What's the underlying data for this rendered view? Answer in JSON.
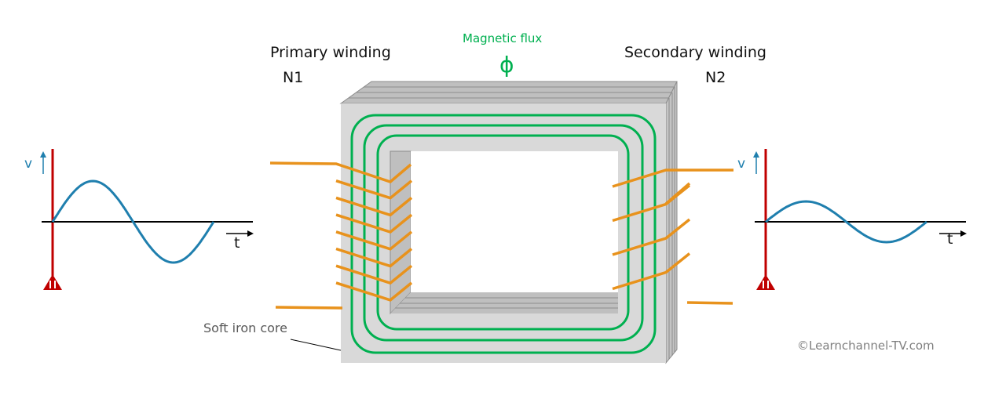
{
  "labels": {
    "primary_title": "Primary winding",
    "primary_turns": "N1",
    "secondary_title": "Secondary winding",
    "secondary_turns": "N2",
    "flux_title": "Magnetic flux",
    "flux_symbol": "ϕ",
    "core_note": "Soft iron core",
    "copyright": "©Learnchannel-TV.com"
  },
  "primary_graph": {
    "y_axis_label": "v",
    "x_axis_label": "t",
    "waveform": "sine",
    "cycles": 1,
    "relative_amplitude": 1.0
  },
  "secondary_graph": {
    "y_axis_label": "v",
    "x_axis_label": "t",
    "waveform": "sine",
    "cycles": 1,
    "relative_amplitude": 0.5
  },
  "windings": {
    "primary_turns_drawn": 8,
    "secondary_turns_drawn": 4
  },
  "flux_loops": 3,
  "colors": {
    "flux": "#00b050",
    "wire": "#e8921c",
    "signal": "#1f7fae",
    "core_face": "#d9d9d9",
    "core_side": "#bfbfbf",
    "probe": "#c00000",
    "axis": "#000000"
  }
}
